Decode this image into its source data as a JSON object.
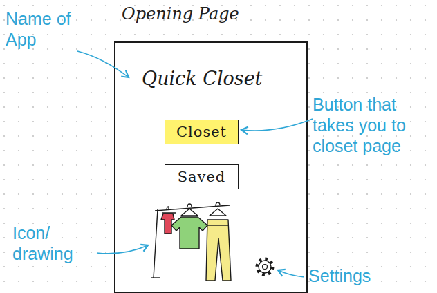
{
  "diagram": {
    "title": "Opening Page",
    "nodes": [
      {
        "text": [
          "Quick Closet"
        ]
      },
      {
        "text": [
          "Closet"
        ],
        "in": 0
      },
      {
        "text": [
          "Saved"
        ],
        "in": 0
      }
    ],
    "labels": [
      "Name of App",
      "Button that takes you to closet page",
      "Icon/ drawing",
      "Settings"
    ]
  }
}
